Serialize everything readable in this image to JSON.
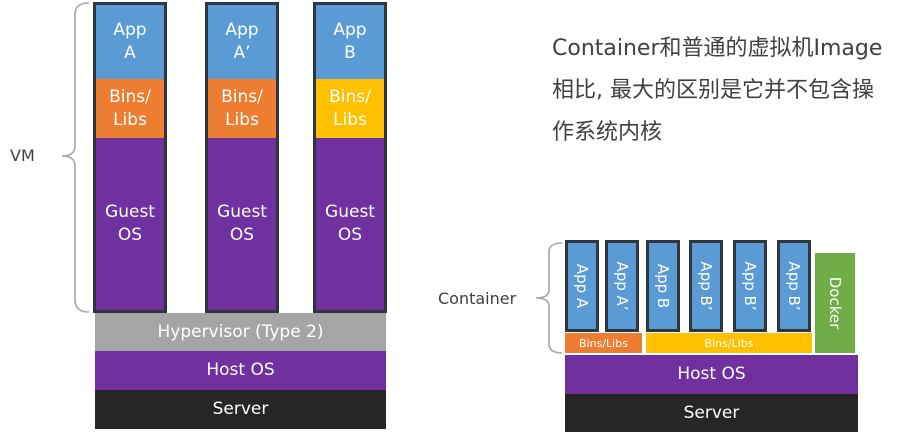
{
  "vm": {
    "label": "VM",
    "columns": [
      {
        "app": [
          "App",
          "A"
        ],
        "bins": [
          "Bins/",
          "Libs"
        ],
        "guest": [
          "Guest",
          "OS"
        ]
      },
      {
        "app": [
          "App",
          "A’"
        ],
        "bins": [
          "Bins/",
          "Libs"
        ],
        "guest": [
          "Guest",
          "OS"
        ]
      },
      {
        "app": [
          "App",
          "B"
        ],
        "bins": [
          "Bins/",
          "Libs"
        ],
        "guest": [
          "Guest",
          "OS"
        ]
      }
    ],
    "hypervisor": "Hypervisor (Type 2)",
    "host_os": "Host OS",
    "server": "Server"
  },
  "description": [
    "Container和普通的虚拟机Image",
    "相比, 最大的区别是它并不包含操",
    "作系统内核"
  ],
  "container": {
    "label": "Container",
    "apps": [
      "App A",
      "App A’",
      "App B",
      "App B’",
      "App B’",
      "App B’"
    ],
    "docker": "Docker",
    "bins_a": "Bins/Libs",
    "bins_b": "Bins/Libs",
    "host_os": "Host OS",
    "server": "Server"
  },
  "colors": {
    "app": "#5b9bd5",
    "bins_orange": "#ed7d31",
    "bins_yellow": "#ffc000",
    "guest_os": "#7030a0",
    "hypervisor": "#a5a5a5",
    "host_os": "#7030a0",
    "server": "#262626",
    "docker": "#70ad47"
  }
}
